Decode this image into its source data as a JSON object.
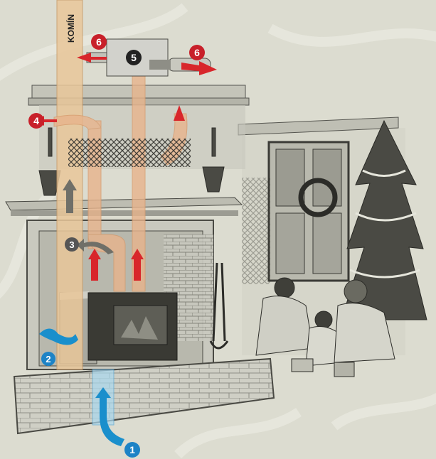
{
  "labels": {
    "chimney": "KOMÍN",
    "n1": "1",
    "n2": "2",
    "n3": "3",
    "n4": "4",
    "n5": "5",
    "n6a": "6",
    "n6b": "6"
  },
  "colors": {
    "background": "#dcdcd0",
    "ink": "#3a3a36",
    "chimney": "#e9c79a",
    "duct_warm": "#e8b48c",
    "arrow_red": "#d8262b",
    "air_blue": "#1a8fcc",
    "badge_red": "#c8202a",
    "badge_grey": "#555555",
    "badge_blue": "#1d83c6",
    "fan_box": "#d2d2cc"
  }
}
